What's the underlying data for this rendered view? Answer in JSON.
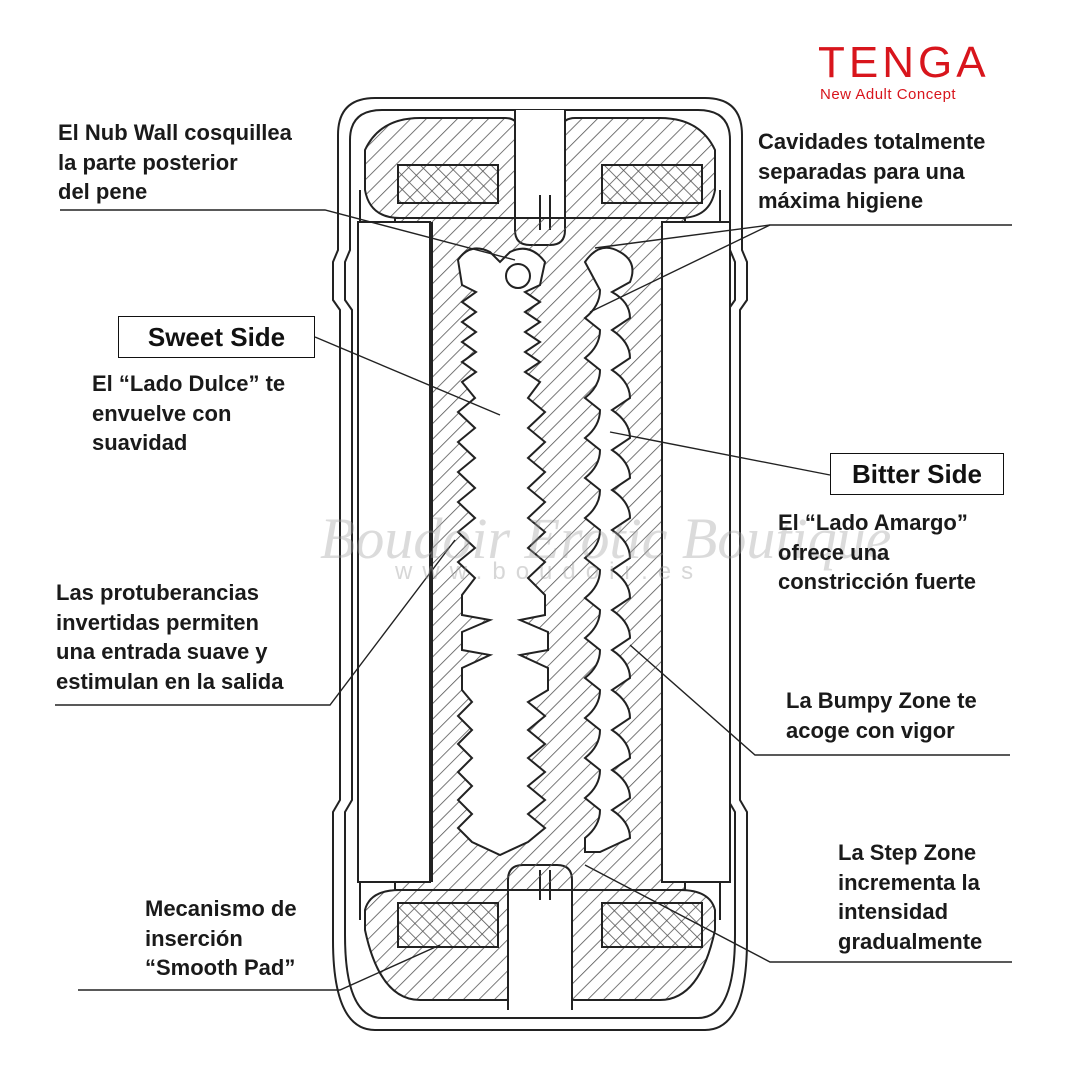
{
  "brand": {
    "name": "TENGA",
    "tagline": "New Adult Concept",
    "color": "#d8151c"
  },
  "watermark": {
    "text": "Boudoir Erotic Boutique",
    "url": "www.boudoir.es"
  },
  "boxed_labels": {
    "sweet": "Sweet Side",
    "bitter": "Bitter Side"
  },
  "labels": {
    "nub_wall": [
      "El Nub Wall cosquillea",
      "la parte posterior",
      "del pene"
    ],
    "cavidades": [
      "Cavidades totalmente",
      "separadas para una",
      "máxima higiene"
    ],
    "lado_dulce": [
      "El “Lado Dulce” te",
      "envuelve con",
      "suavidad"
    ],
    "lado_amargo": [
      "El “Lado Amargo”",
      "ofrece una",
      "constricción fuerte"
    ],
    "protuberancias": [
      "Las protuberancias",
      "invertidas permiten",
      "una entrada suave y",
      "estimulan en la salida"
    ],
    "bumpy": [
      "La Bumpy Zone te",
      "acoge con vigor"
    ],
    "step": [
      "La Step Zone",
      "incrementa la",
      "intensidad",
      "gradualmente"
    ],
    "smooth_pad": [
      "Mecanismo de",
      "inserción",
      "“Smooth Pad”"
    ]
  },
  "colors": {
    "line": "#222222",
    "hatch": "#555555"
  }
}
